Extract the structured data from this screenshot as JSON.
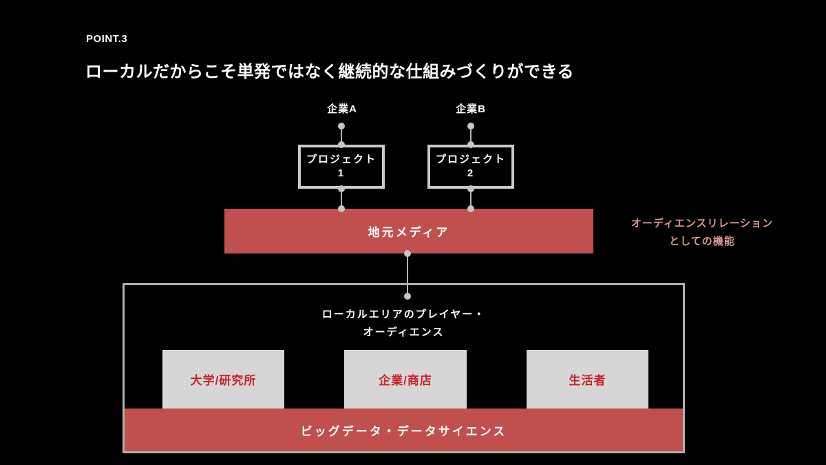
{
  "slide": {
    "kicker": "POINT.3",
    "title": "ローカルだからこそ単発ではなく継続的な仕組みづくりができる"
  },
  "top_flow": {
    "company_a": "企業A",
    "company_b": "企業B",
    "project_1_line1": "プロジェクト",
    "project_1_line2": "1",
    "project_2_line1": "プロジェクト",
    "project_2_line2": "2"
  },
  "media_bar": {
    "label": "地元メディア"
  },
  "annotation": {
    "line1": "オーディエンスリレーション",
    "line2": "としての機能"
  },
  "local_area": {
    "title_line1": "ローカルエリアのプレイヤー・",
    "title_line2": "オーディエンス",
    "players": [
      "大学/研究所",
      "企業/商店",
      "生活者"
    ],
    "bottom_bar": "ビッグデータ・データサイエンス"
  },
  "colors": {
    "background": "#000000",
    "accent_red": "#c0504d",
    "player_text_red": "#c8232b",
    "annotation_pink": "#dc9894",
    "box_gray": "#d6d6d6",
    "border_gray": "#b1b1b1",
    "connector_gray": "#c6c6c6",
    "text_white": "#ffffff"
  }
}
